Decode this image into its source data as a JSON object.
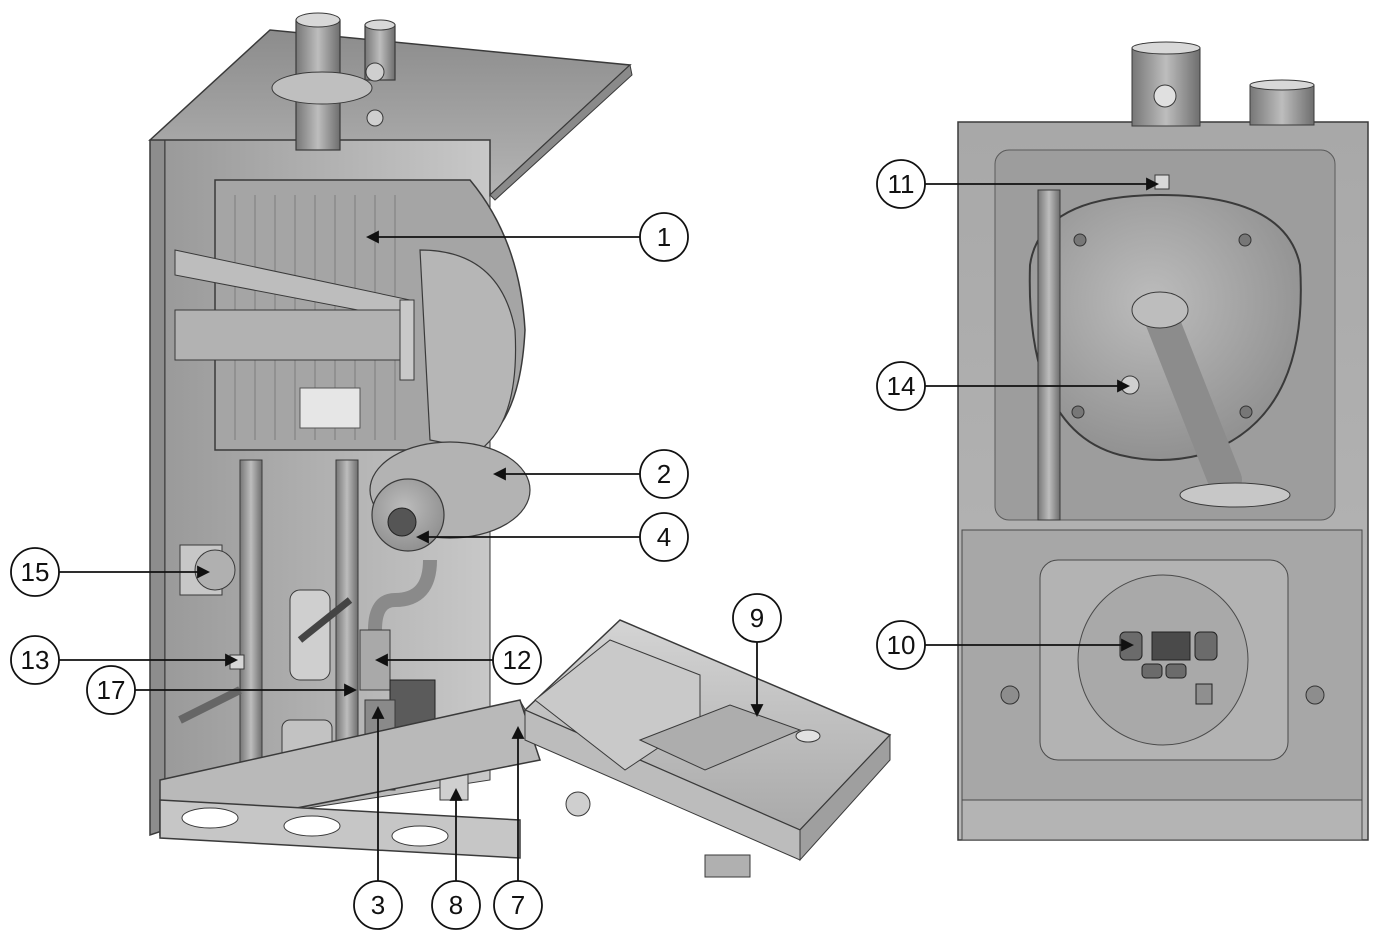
{
  "figure": {
    "views": [
      {
        "id": "side-cutaway",
        "description_shown": false
      },
      {
        "id": "front",
        "description_shown": false
      }
    ]
  },
  "callouts": {
    "c1": "1",
    "c2": "2",
    "c3": "3",
    "c4": "4",
    "c7": "7",
    "c8": "8",
    "c9": "9",
    "c10": "10",
    "c11": "11",
    "c12": "12",
    "c13": "13",
    "c14": "14",
    "c15": "15",
    "c17": "17"
  },
  "colors": {
    "metal_dark": "#7a7a7a",
    "metal_mid": "#a6a6a6",
    "metal_light": "#cfcfcf",
    "outline": "#3a3a3a",
    "callout_line": "#111111"
  }
}
